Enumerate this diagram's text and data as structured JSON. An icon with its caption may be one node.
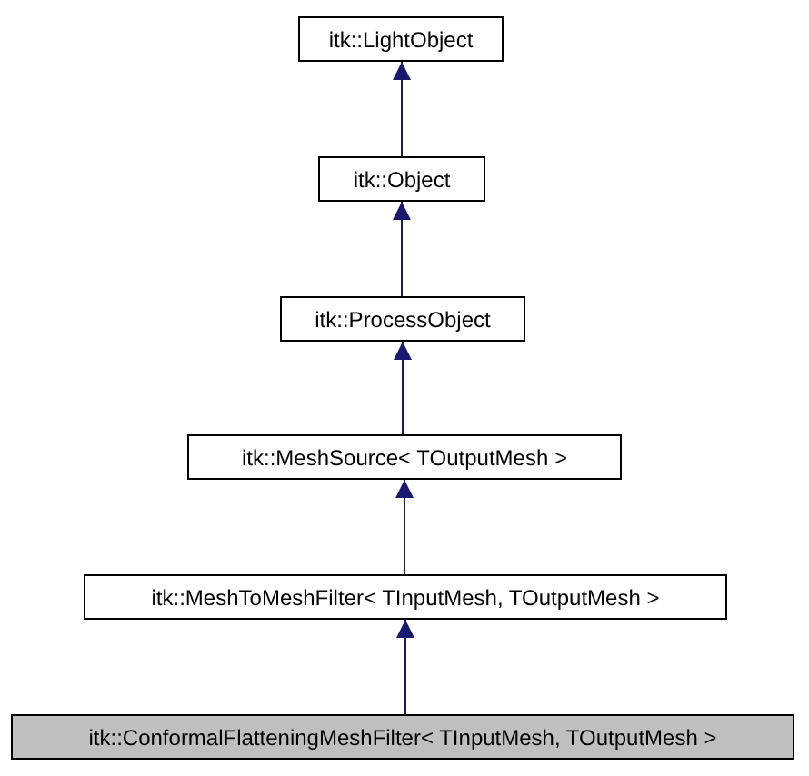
{
  "diagram": {
    "nodes": [
      {
        "text": [
          "itk::LightObject"
        ]
      },
      {
        "text": [
          "itk::Object"
        ]
      },
      {
        "text": [
          "itk::ProcessObject"
        ]
      },
      {
        "text": [
          "itk::MeshSource< TOutputMesh >"
        ]
      },
      {
        "text": [
          "itk::MeshToMeshFilter< TInputMesh, TOutputMesh >"
        ]
      },
      {
        "text": [
          "itk::ConformalFlatteningMeshFilter< TInputMesh, TOutputMesh >"
        ]
      }
    ],
    "edges": [
      {
        "from": 1,
        "to": 0,
        "arrow": "to"
      },
      {
        "from": 2,
        "to": 1,
        "arrow": "to"
      },
      {
        "from": 3,
        "to": 2,
        "arrow": "to"
      },
      {
        "from": 4,
        "to": 3,
        "arrow": "to"
      },
      {
        "from": 5,
        "to": 4,
        "arrow": "to"
      }
    ]
  }
}
